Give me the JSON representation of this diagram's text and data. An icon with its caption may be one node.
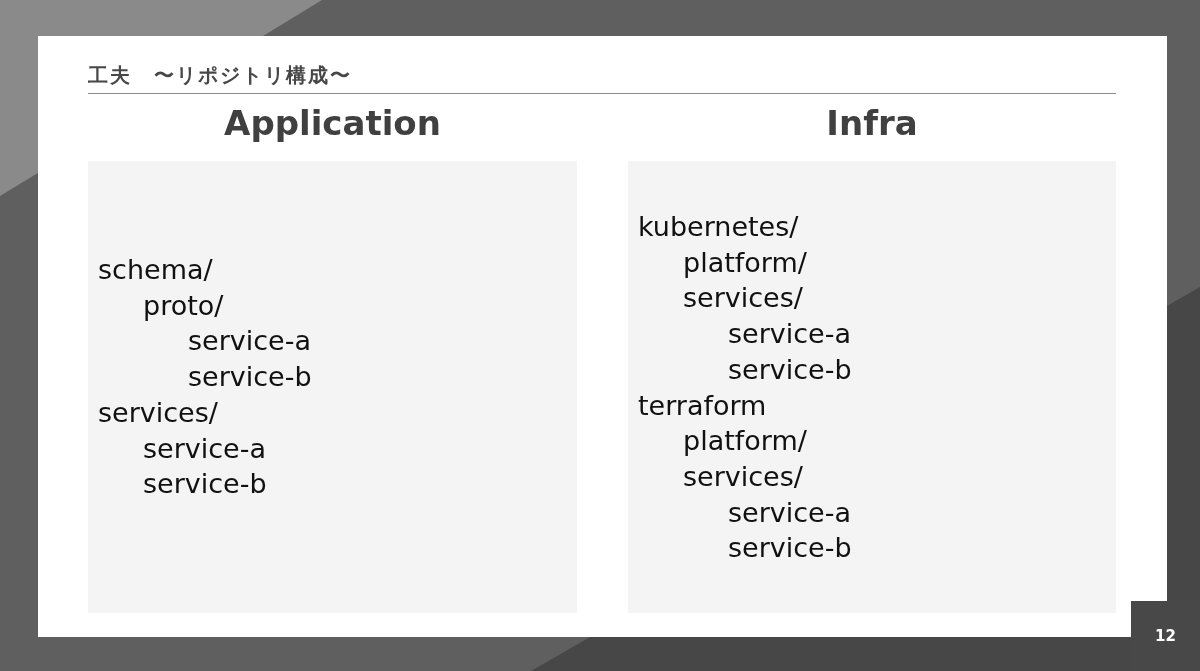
{
  "diagram": {
    "title": "工夫　〜リポジトリ構成〜",
    "nodes": [
      {
        "text": [
          "Application",
          "schema/",
          "proto/",
          "service-a",
          "service-b",
          "services/",
          "service-a",
          "service-b"
        ]
      },
      {
        "text": [
          "Infra",
          "kubernetes/",
          "platform/",
          "services/",
          "service-a",
          "service-b",
          "terraform",
          "platform/",
          "services/",
          "service-a",
          "service-b"
        ]
      }
    ],
    "labels": [
      "12"
    ]
  }
}
